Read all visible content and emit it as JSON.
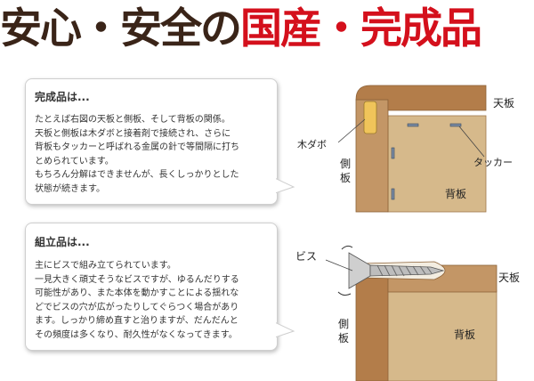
{
  "headline": {
    "part1": "安心・安全の",
    "part2": "国産・完成品"
  },
  "finished": {
    "title": "完成品は...",
    "lines": [
      "たとえば右図の天板と側板、そして背板の関係。",
      "天板と側板は木ダボと接着剤で接続され、さらに",
      "背板もタッカーと呼ばれる金属の針で等間隔に打ち",
      "とめられています。",
      "もちろん分解はできませんが、長くしっかりとした",
      "状態が続きます。"
    ],
    "diagram": {
      "top_board": "天板",
      "dowel": "木ダボ",
      "side1": "側",
      "side2": "板",
      "tacker": "タッカー",
      "back_board": "背板"
    }
  },
  "assembled": {
    "title": "組立品は...",
    "lines": [
      "主にビスで組み立てられています。",
      "一見大きく頑丈そうなビスですが、ゆるんだりする",
      "可能性があり、また本体を動かすことによる揺れな",
      "どでビスの穴が広がったりしてぐらつく場合があり",
      "ます。しっかり締め直すと治りますが、だんだんと",
      "その頻度は多くなり、耐久性がなくなってきます。"
    ],
    "diagram": {
      "screw": "ビス",
      "top_board": "天板",
      "side1": "側",
      "side2": "板",
      "back_board": "背板"
    }
  },
  "colors": {
    "wood_dark": "#b37d4a",
    "wood_light": "#d6b98b",
    "headline_red": "#d4101c",
    "headline_dark": "#3a2418"
  }
}
